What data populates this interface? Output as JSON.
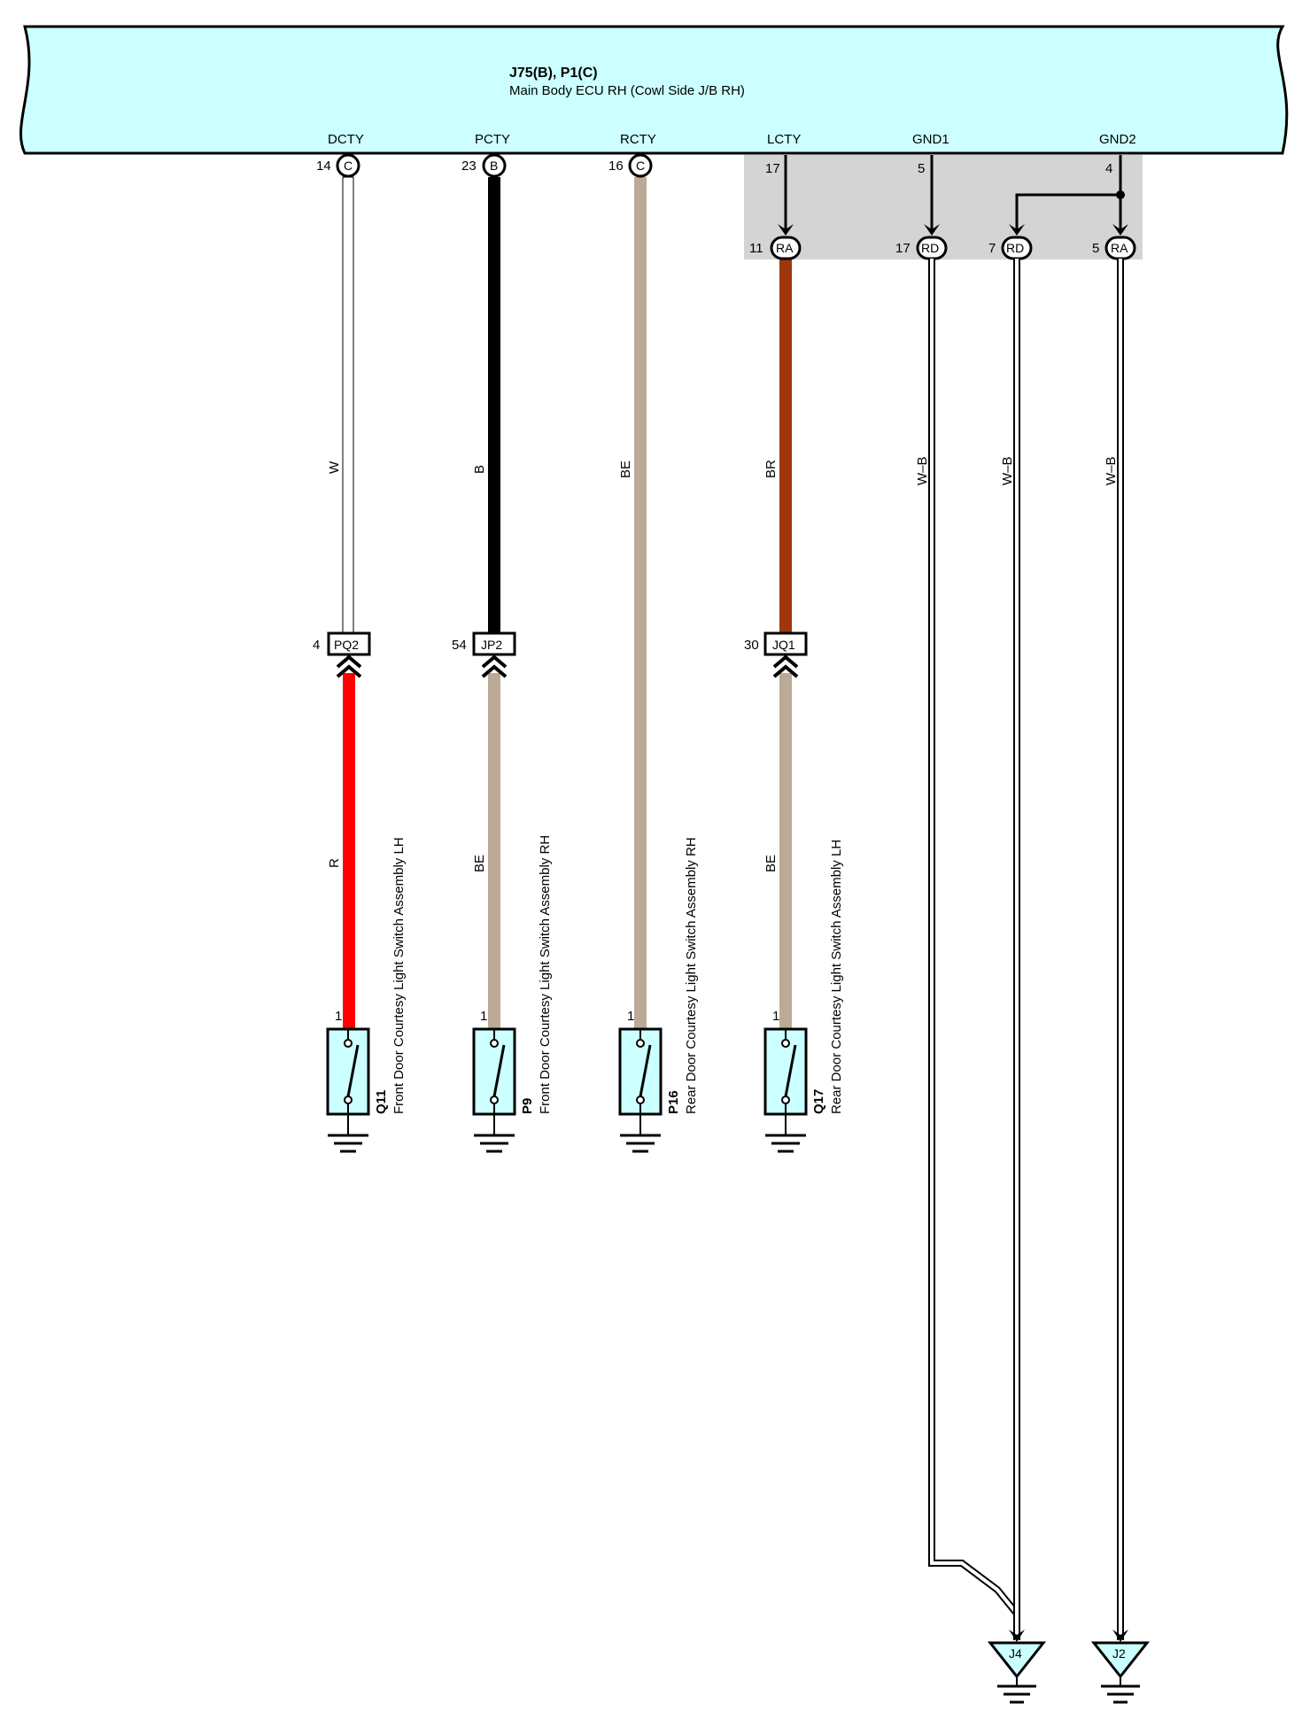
{
  "ecu": {
    "connector_ids": "J75(B), P1(C)",
    "name": "Main Body ECU RH (Cowl Side J/B RH)",
    "body_color": "#ccffff",
    "pins": [
      {
        "name": "DCTY",
        "pin": "14",
        "connector": "C"
      },
      {
        "name": "PCTY",
        "pin": "23",
        "connector": "B"
      },
      {
        "name": "RCTY",
        "pin": "16",
        "connector": "C"
      },
      {
        "name": "LCTY",
        "pin": "17"
      },
      {
        "name": "GND1",
        "pin": "5"
      },
      {
        "name": "GND2",
        "pin": "4"
      }
    ]
  },
  "junction_block": {
    "fill": "#d4d4d4",
    "connectors": [
      {
        "pin": "11",
        "id": "RA"
      },
      {
        "pin": "17",
        "id": "RD"
      },
      {
        "pin": "7",
        "id": "RD"
      },
      {
        "pin": "5",
        "id": "RA"
      }
    ]
  },
  "wires": [
    {
      "upper_color": "W",
      "lower_color": "R",
      "upper_hex": "#ffffff",
      "lower_hex": "#ff0000"
    },
    {
      "upper_color": "B",
      "lower_color": "BE",
      "upper_hex": "#000000",
      "lower_hex": "#bcaa96"
    },
    {
      "upper_color": "BE",
      "lower_color": "",
      "upper_hex": "#bcaa96",
      "lower_hex": "#bcaa96"
    },
    {
      "upper_color": "BR",
      "lower_color": "BE",
      "upper_hex": "#a0360c",
      "lower_hex": "#bcaa96"
    },
    {
      "upper_color": "W–B"
    },
    {
      "upper_color": "W–B"
    },
    {
      "upper_color": "W–B"
    }
  ],
  "inline_connectors": [
    {
      "pin": "4",
      "id": "PQ2"
    },
    {
      "pin": "54",
      "id": "JP2"
    },
    {
      "pin": "30",
      "id": "JQ1"
    }
  ],
  "switches": [
    {
      "pin": "1",
      "id": "Q11",
      "name": "Front Door Courtesy Light Switch Assembly LH"
    },
    {
      "pin": "1",
      "id": "P9",
      "name": "Front Door Courtesy Light Switch Assembly RH"
    },
    {
      "pin": "1",
      "id": "P16",
      "name": "Rear Door Courtesy Light Switch Assembly RH"
    },
    {
      "pin": "1",
      "id": "Q17",
      "name": "Rear Door Courtesy Light Switch Assembly LH"
    }
  ],
  "switch_color": "#ccffff",
  "ground_points": [
    {
      "id": "J4"
    },
    {
      "id": "J2"
    }
  ]
}
